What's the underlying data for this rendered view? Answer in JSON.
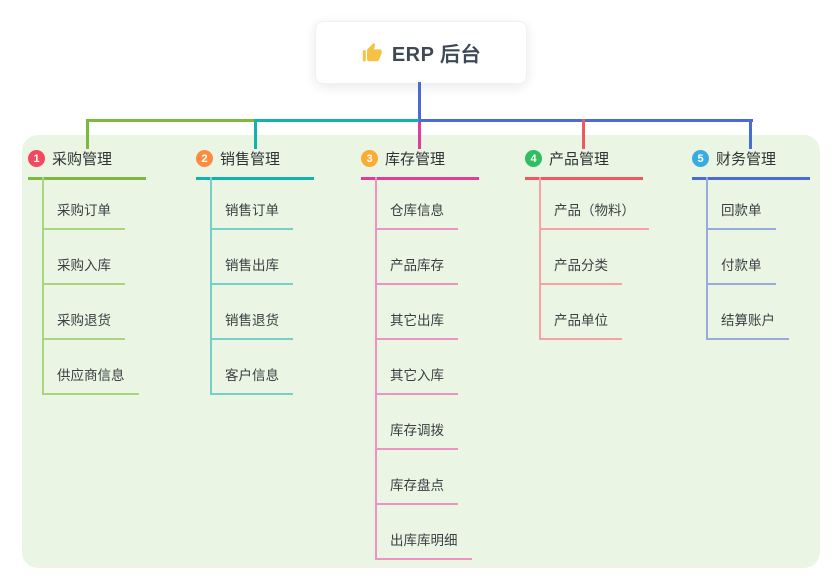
{
  "root": {
    "title": "ERP 后台",
    "icon": "thumbs-up"
  },
  "branches": [
    {
      "num": "1",
      "label": "采购管理",
      "children": [
        "采购订单",
        "采购入库",
        "采购退货",
        "供应商信息"
      ]
    },
    {
      "num": "2",
      "label": "销售管理",
      "children": [
        "销售订单",
        "销售出库",
        "销售退货",
        "客户信息"
      ]
    },
    {
      "num": "3",
      "label": "库存管理",
      "children": [
        "仓库信息",
        "产品库存",
        "其它出库",
        "其它入库",
        "库存调拨",
        "库存盘点",
        "出库库明细"
      ]
    },
    {
      "num": "4",
      "label": "产品管理",
      "children": [
        "产品（物料）",
        "产品分类",
        "产品单位"
      ]
    },
    {
      "num": "5",
      "label": "财务管理",
      "children": [
        "回款单",
        "付款单",
        "结算账户"
      ]
    }
  ],
  "colors": {
    "panel_bg": "#EAF6E3",
    "branch1_line": "#7CB93F",
    "branch1_badge": "#F6475F",
    "branch2_line": "#13B2AD",
    "branch2_badge": "#FB8C42",
    "branch3_line": "#DF3C9C",
    "branch3_badge": "#FBAC33",
    "branch4_line": "#F2565F",
    "branch4_badge": "#2FBE61",
    "branch5_line": "#4A6AD4",
    "branch5_badge": "#38ACE2",
    "trunk": "#4A6AD4",
    "thumb_icon": "#F6C244"
  }
}
